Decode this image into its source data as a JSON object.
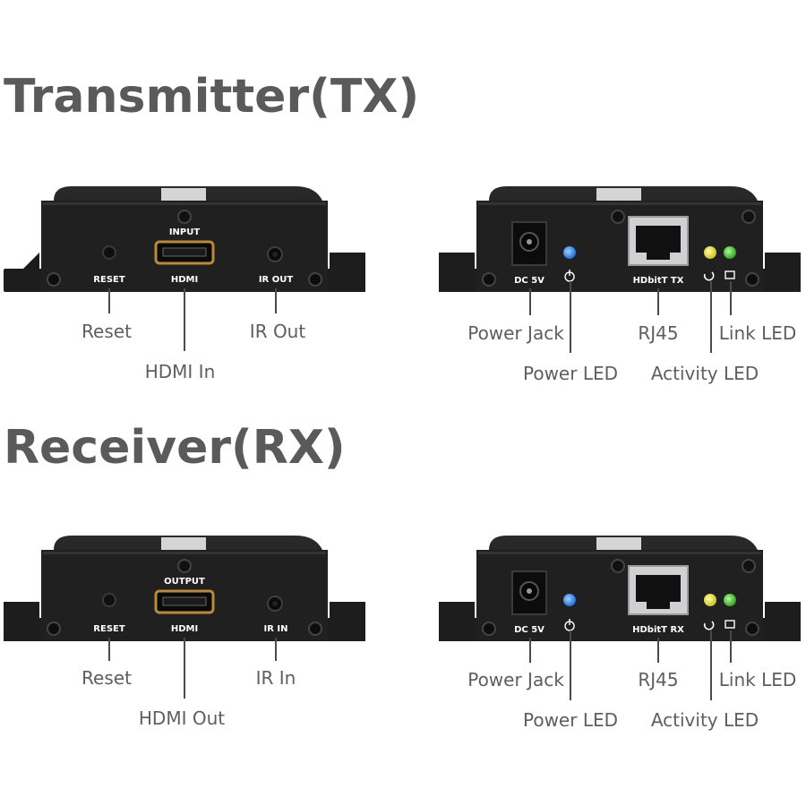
{
  "titles": {
    "tx": "Transmitter(TX)",
    "rx": "Receiver(RX)"
  },
  "tx_front": {
    "port_top_label": "INPUT",
    "reset_label": "RESET",
    "hdmi_label": "HDMI",
    "ir_label": "IR OUT",
    "callouts": {
      "reset": "Reset",
      "hdmi": "HDMI In",
      "ir": "IR Out"
    }
  },
  "tx_back": {
    "dc_label": "DC 5V",
    "rj45_label": "HDbitT TX",
    "callouts": {
      "power_jack": "Power Jack",
      "power_led": "Power LED",
      "rj45": "RJ45",
      "activity_led": "Activity LED",
      "link_led": "Link LED"
    }
  },
  "rx_front": {
    "port_top_label": "OUTPUT",
    "reset_label": "RESET",
    "hdmi_label": "HDMI",
    "ir_label": "IR IN",
    "callouts": {
      "reset": "Reset",
      "hdmi": "HDMI Out",
      "ir": "IR In"
    }
  },
  "rx_back": {
    "dc_label": "DC 5V",
    "rj45_label": "HDbitT RX",
    "callouts": {
      "power_jack": "Power Jack",
      "power_led": "Power LED",
      "rj45": "RJ45",
      "activity_led": "Activity LED",
      "link_led": "Link LED"
    }
  },
  "colors": {
    "body": "#1c1c1c",
    "power_led": "#2f7de0",
    "activity_led": "#d8d22a",
    "link_led": "#3fbf2a"
  }
}
